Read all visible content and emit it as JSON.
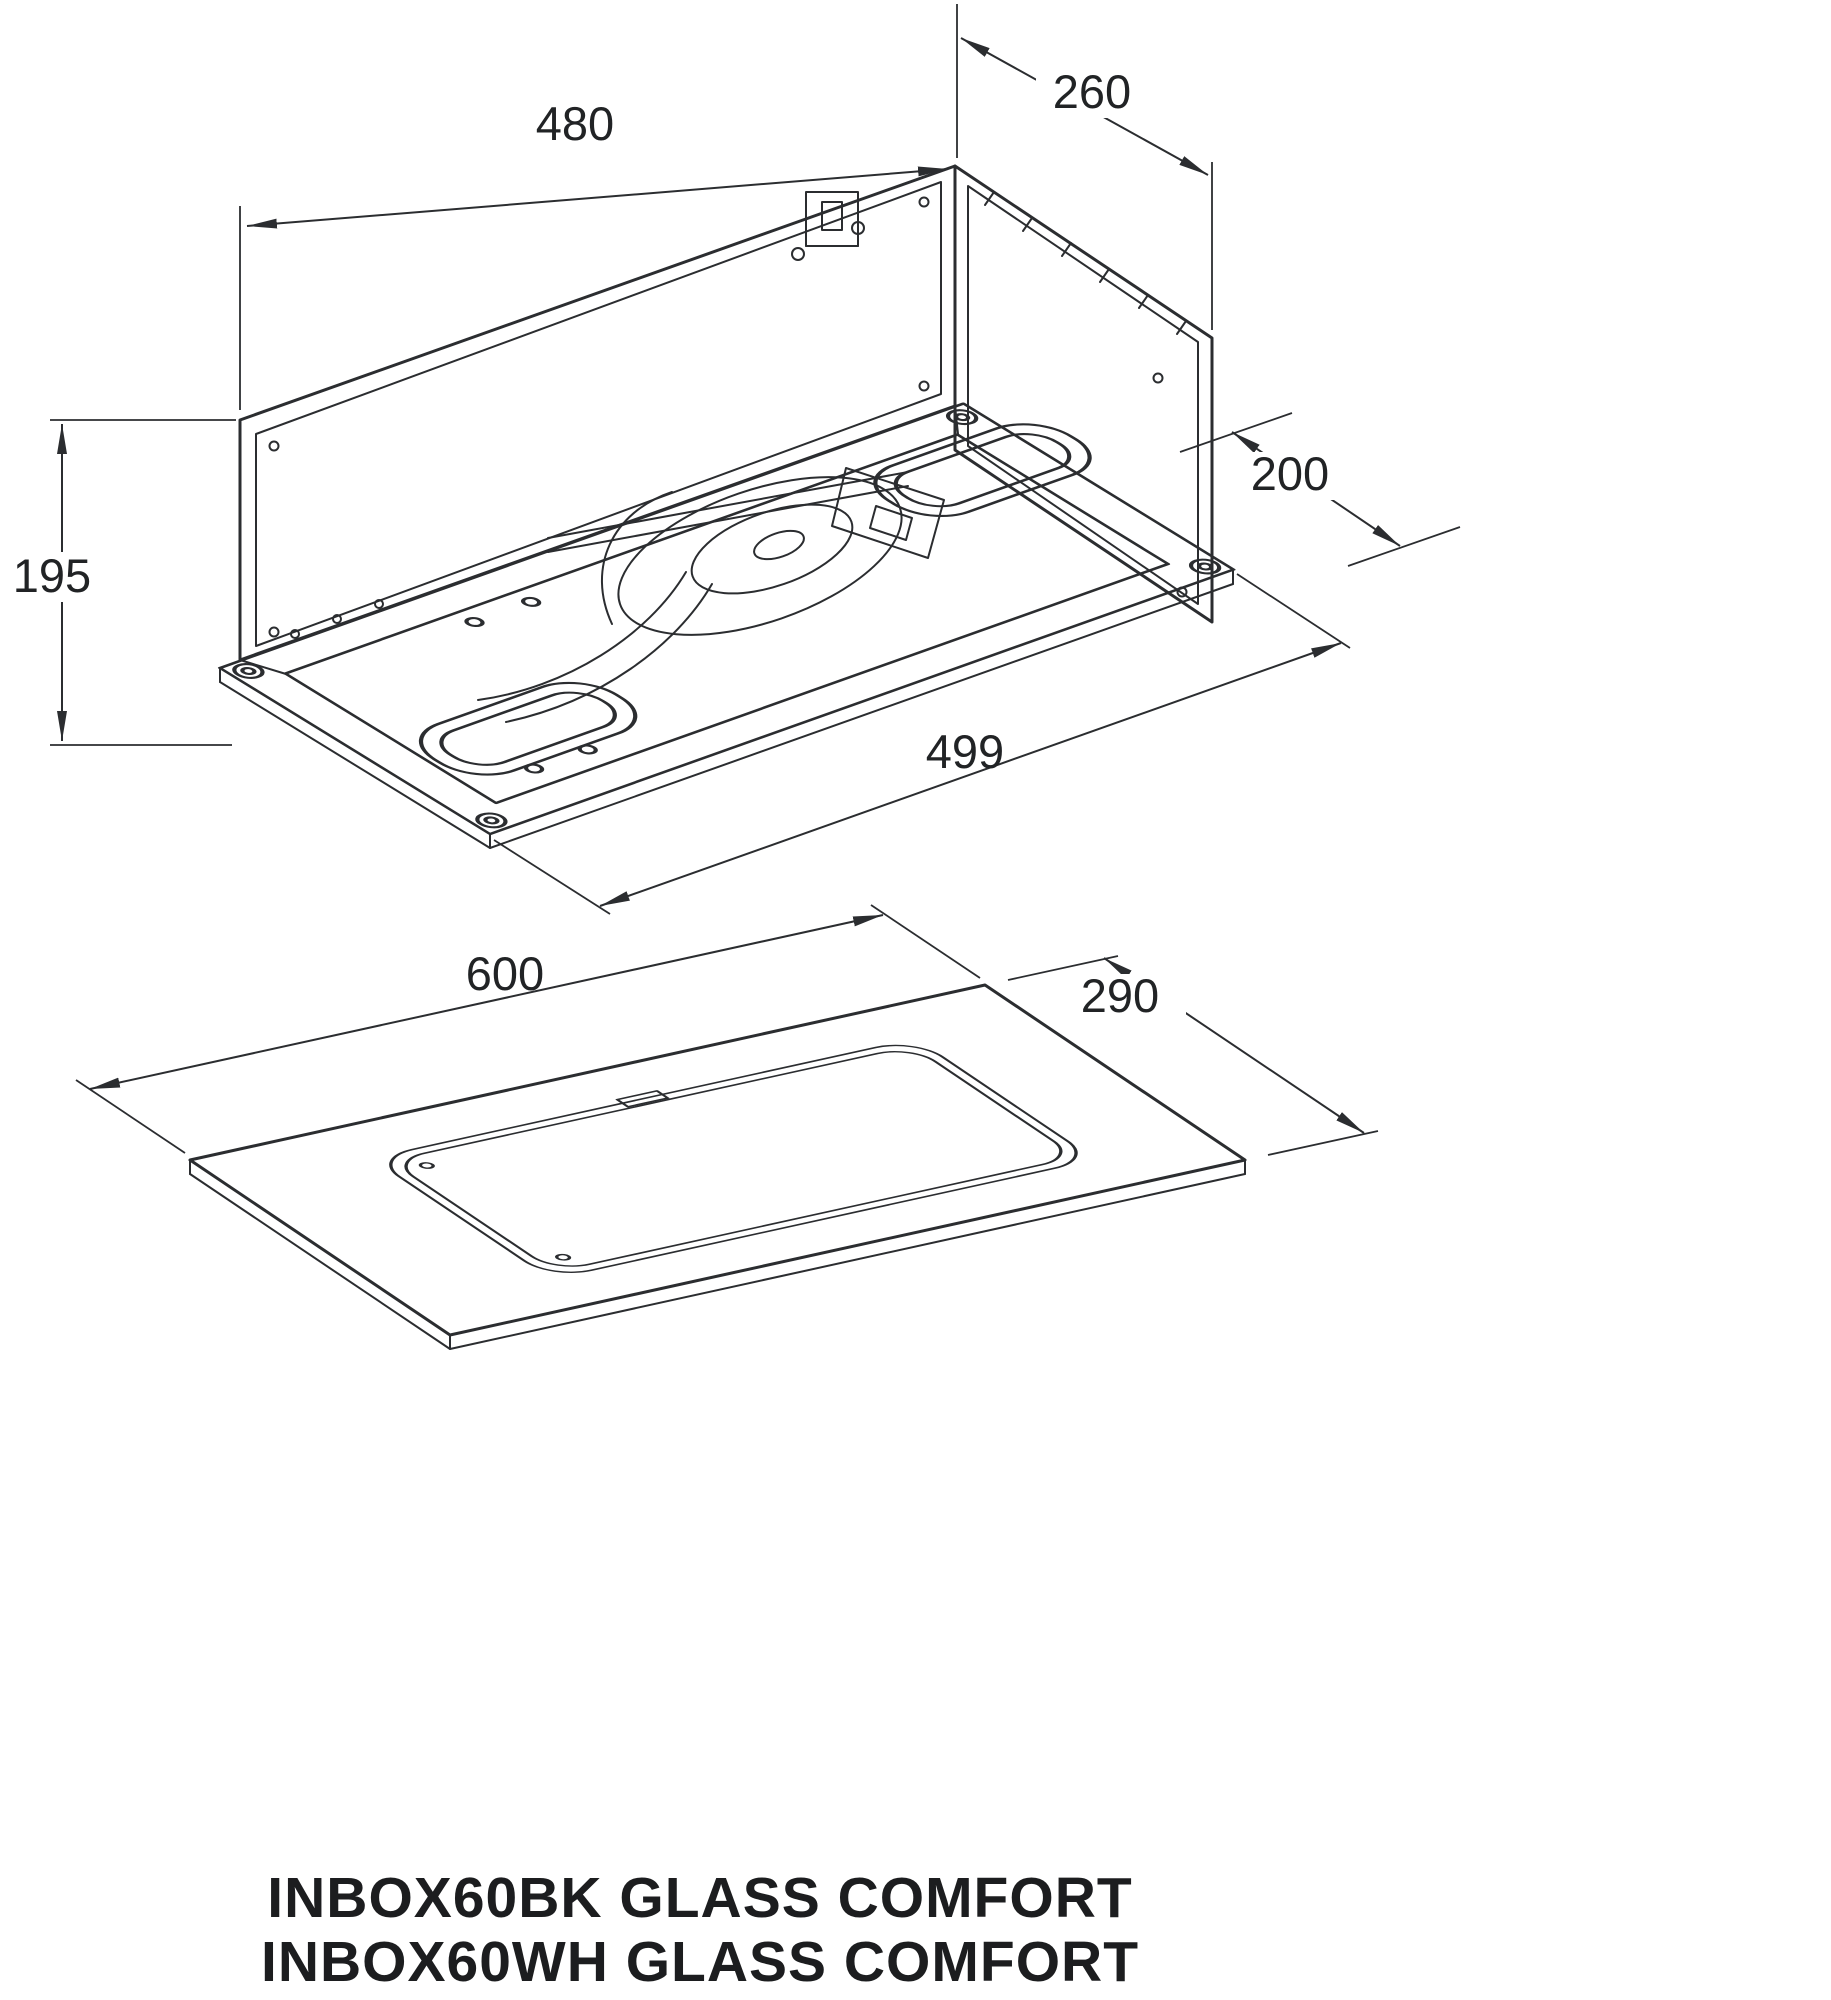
{
  "meta": {
    "background": "#ffffff",
    "line_color": "#2b2d30",
    "text_color": "#212325"
  },
  "drawing": {
    "dimensions": {
      "top_width": "480",
      "top_depth": "260",
      "body_height": "195",
      "base_depth": "200",
      "base_width": "499",
      "glass_width": "600",
      "glass_depth": "290"
    },
    "captions": [
      "INBOX60BK GLASS COMFORT",
      "INBOX60WH GLASS COMFORT"
    ]
  }
}
